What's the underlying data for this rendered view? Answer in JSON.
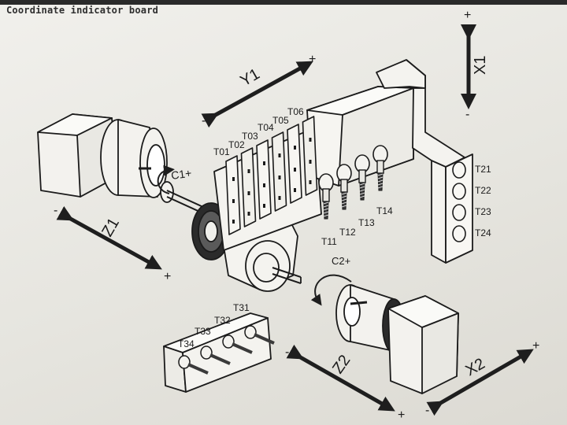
{
  "board_title": "Coordinate indicator board",
  "axes": {
    "y1": {
      "label": "Y1",
      "minus": "-",
      "plus": "+"
    },
    "x1": {
      "label": "X1",
      "minus": "-",
      "plus": "+"
    },
    "z1": {
      "label": "Z1",
      "minus": "-",
      "plus": "+"
    },
    "z2": {
      "label": "Z2",
      "minus": "-",
      "plus": "+"
    },
    "x2": {
      "label": "X2",
      "minus": "-",
      "plus": "+"
    },
    "c1": {
      "label": "C1+"
    },
    "c2": {
      "label": "C2+"
    }
  },
  "tools": {
    "gang": [
      "T01",
      "T02",
      "T03",
      "T04",
      "T05",
      "T06"
    ],
    "live": [
      "T11",
      "T12",
      "T13",
      "T14"
    ],
    "side": [
      "T21",
      "T22",
      "T23",
      "T24"
    ],
    "block": [
      "T31",
      "T32",
      "T33",
      "T34"
    ]
  },
  "colors": {
    "ink": "#1b1b1b",
    "arrow": "#1e1e1e",
    "board": "#eceae4"
  }
}
